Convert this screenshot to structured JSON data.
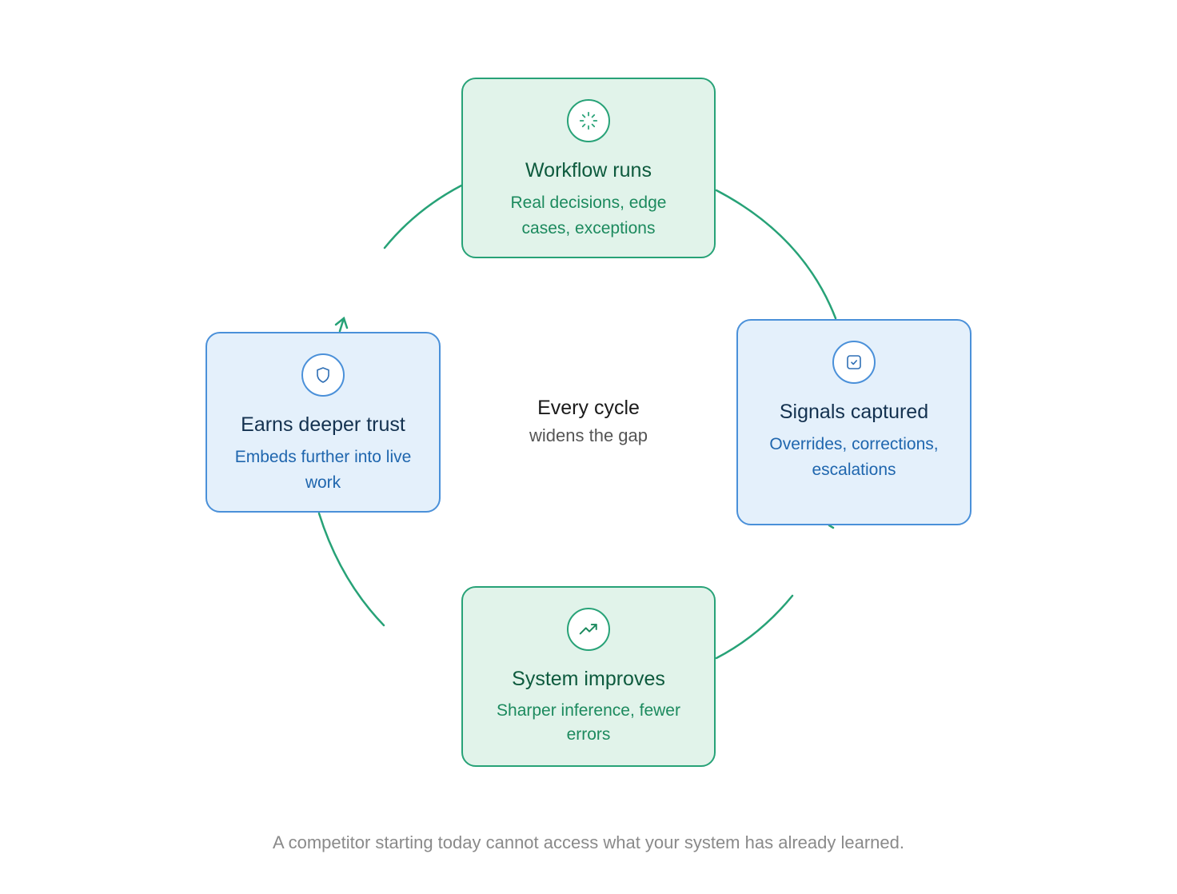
{
  "center": {
    "title": "Every cycle",
    "subtitle": "widens the gap"
  },
  "steps": [
    {
      "title": "Workflow runs",
      "description": "Real decisions, edge cases, exceptions",
      "icon": "loader-icon",
      "theme": "green"
    },
    {
      "title": "Signals captured",
      "description": "Overrides, corrections, escalations",
      "icon": "checkbox-icon",
      "theme": "blue"
    },
    {
      "title": "System improves",
      "description": "Sharper inference, fewer errors",
      "icon": "trending-up-icon",
      "theme": "green"
    },
    {
      "title": "Earns deeper trust",
      "description": "Embeds further into live work",
      "icon": "shield-icon",
      "theme": "blue"
    }
  ],
  "footnote": "A competitor starting today cannot access what your system has already learned.",
  "colors": {
    "green_border": "#27a277",
    "green_fill": "#e1f3ea",
    "blue_border": "#4a90d9",
    "blue_fill": "#e4f0fb",
    "connector": "#27a277"
  }
}
